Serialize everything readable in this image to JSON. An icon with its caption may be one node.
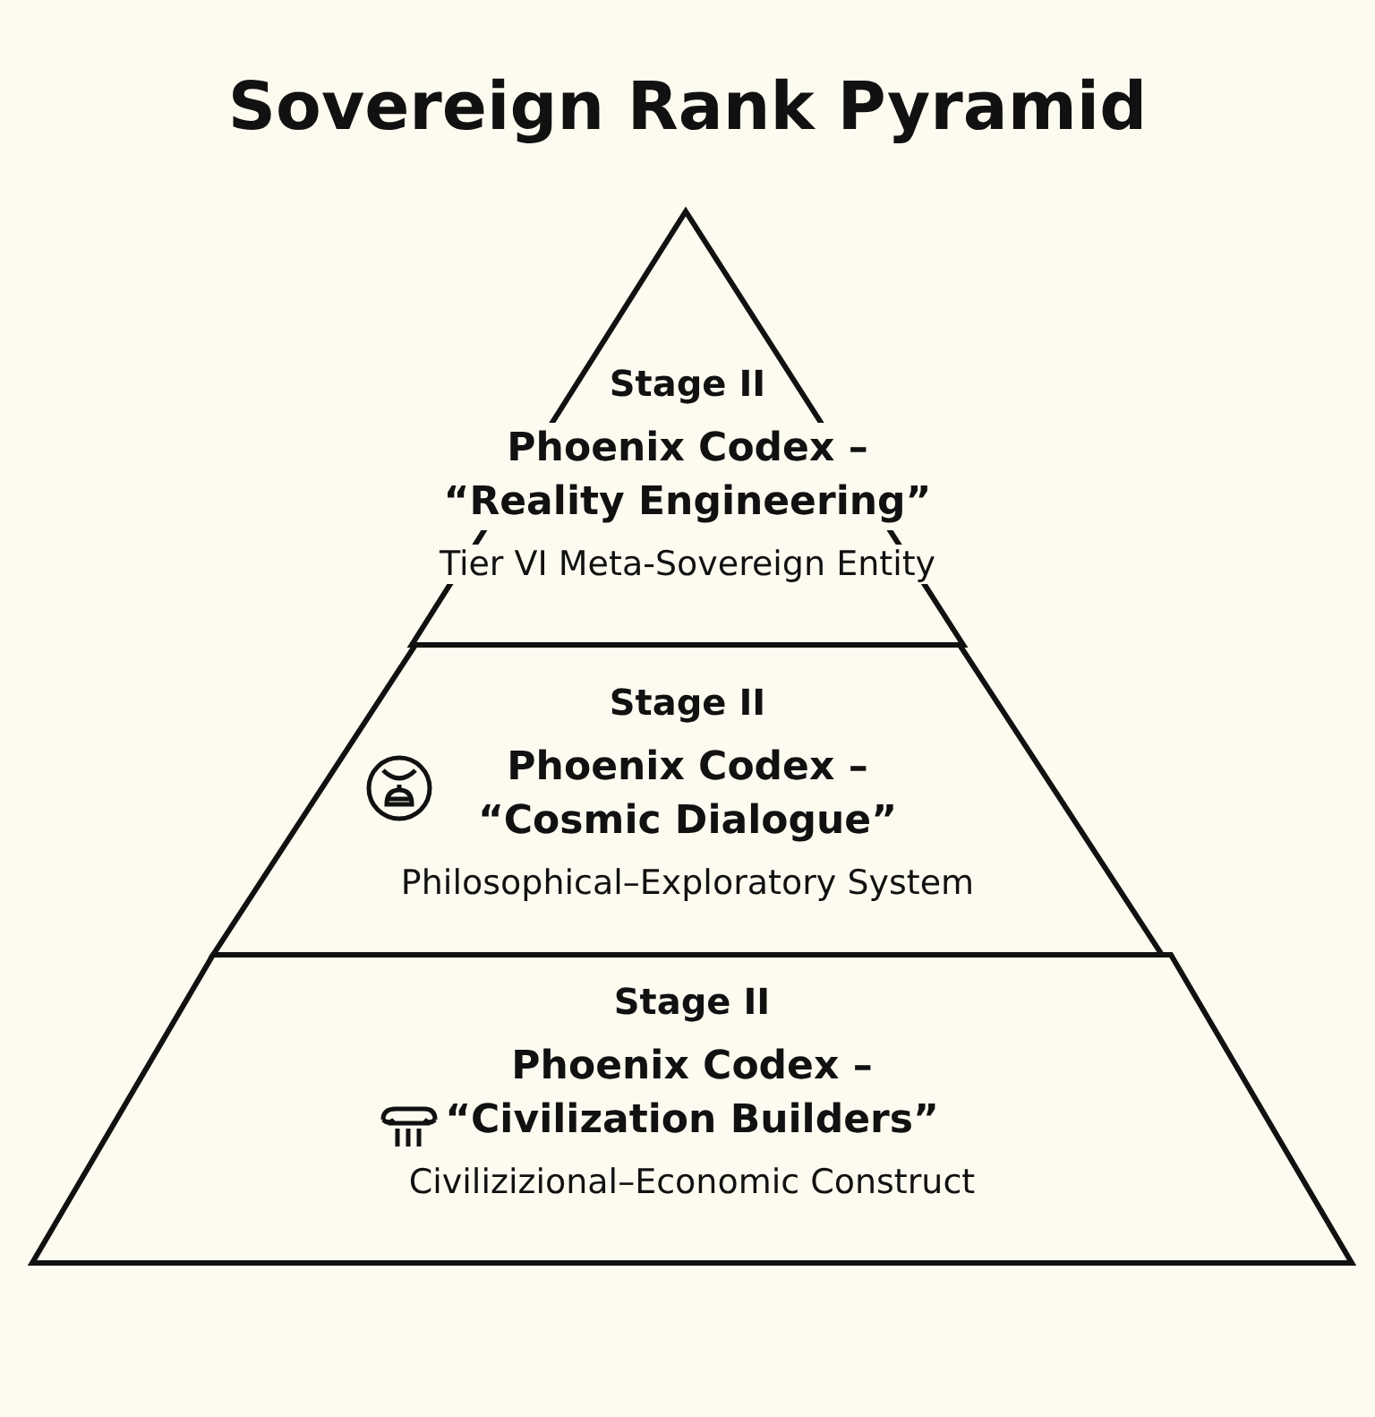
{
  "diagram": {
    "title": "Sovereign Rank Pyramid",
    "nodes": [
      {
        "text": [
          "Stage II",
          "Phoenix Codex – “Reality Engineering”",
          "Tier VI Meta-Sovereign Entity"
        ]
      },
      {
        "text": [
          "Stage II",
          "Phoenix Codex – “Cosmic Dialogue”",
          "Philosophical–Exploratory System"
        ]
      },
      {
        "text": [
          "Stage II",
          "Phoenix Codex – “Civilization Builders”",
          "Civilizizional–Economic Construct"
        ]
      }
    ],
    "edges": []
  }
}
